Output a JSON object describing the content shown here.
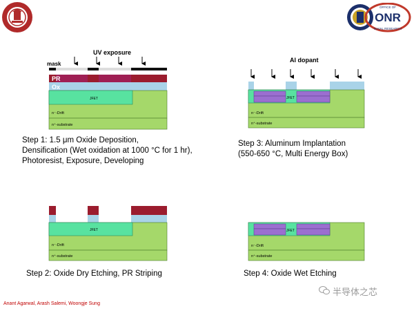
{
  "logos": {
    "left": {
      "name": "university-seal"
    },
    "right": {
      "lettering": "ONR",
      "ring_top": "OFFICE OF",
      "ring_bottom": "NAVAL RESEARCH"
    }
  },
  "colors": {
    "mask": "#111111",
    "pr": "#9b1c2e",
    "ox": "#a9d3e8",
    "drift": "#a5d86a",
    "jfet": "#58e2a0",
    "implant": "#9b6fd0",
    "footer": "#c00000"
  },
  "step1": {
    "label_uv": "UV exposure",
    "label_mask": "mask",
    "label_pr": "PR",
    "label_ox": "Ox",
    "jfet": "JFET",
    "drift": "n⁻-Drift",
    "substrate": "n⁺-substrate",
    "caption_lines": [
      "Step 1: 1.5 μm Oxide Deposition,",
      "Densification (Wet oxidation at 1000 °C for 1 hr),",
      "Photoresist, Exposure, Developing"
    ]
  },
  "step2": {
    "jfet": "JFET",
    "drift": "n⁻-Drift",
    "substrate": "n⁺-substrate",
    "caption": "Step 2: Oxide Dry Etching, PR Striping"
  },
  "step3": {
    "label_al": "Al dopant",
    "jfet": "JFET",
    "drift": "n⁻-Drift",
    "substrate": "n⁺-substrate",
    "caption_lines": [
      "Step 3: Aluminum Implantation",
      "(550-650 °C, Multi Energy Box)"
    ]
  },
  "step4": {
    "jfet": "JFET",
    "drift": "n⁻-Drift",
    "substrate": "n⁺-substrate",
    "caption": "Step 4: Oxide Wet Etching"
  },
  "footer": "Anant Agarwal, Arash Salemi, Woongje Sung",
  "watermark": "半导体之芯"
}
